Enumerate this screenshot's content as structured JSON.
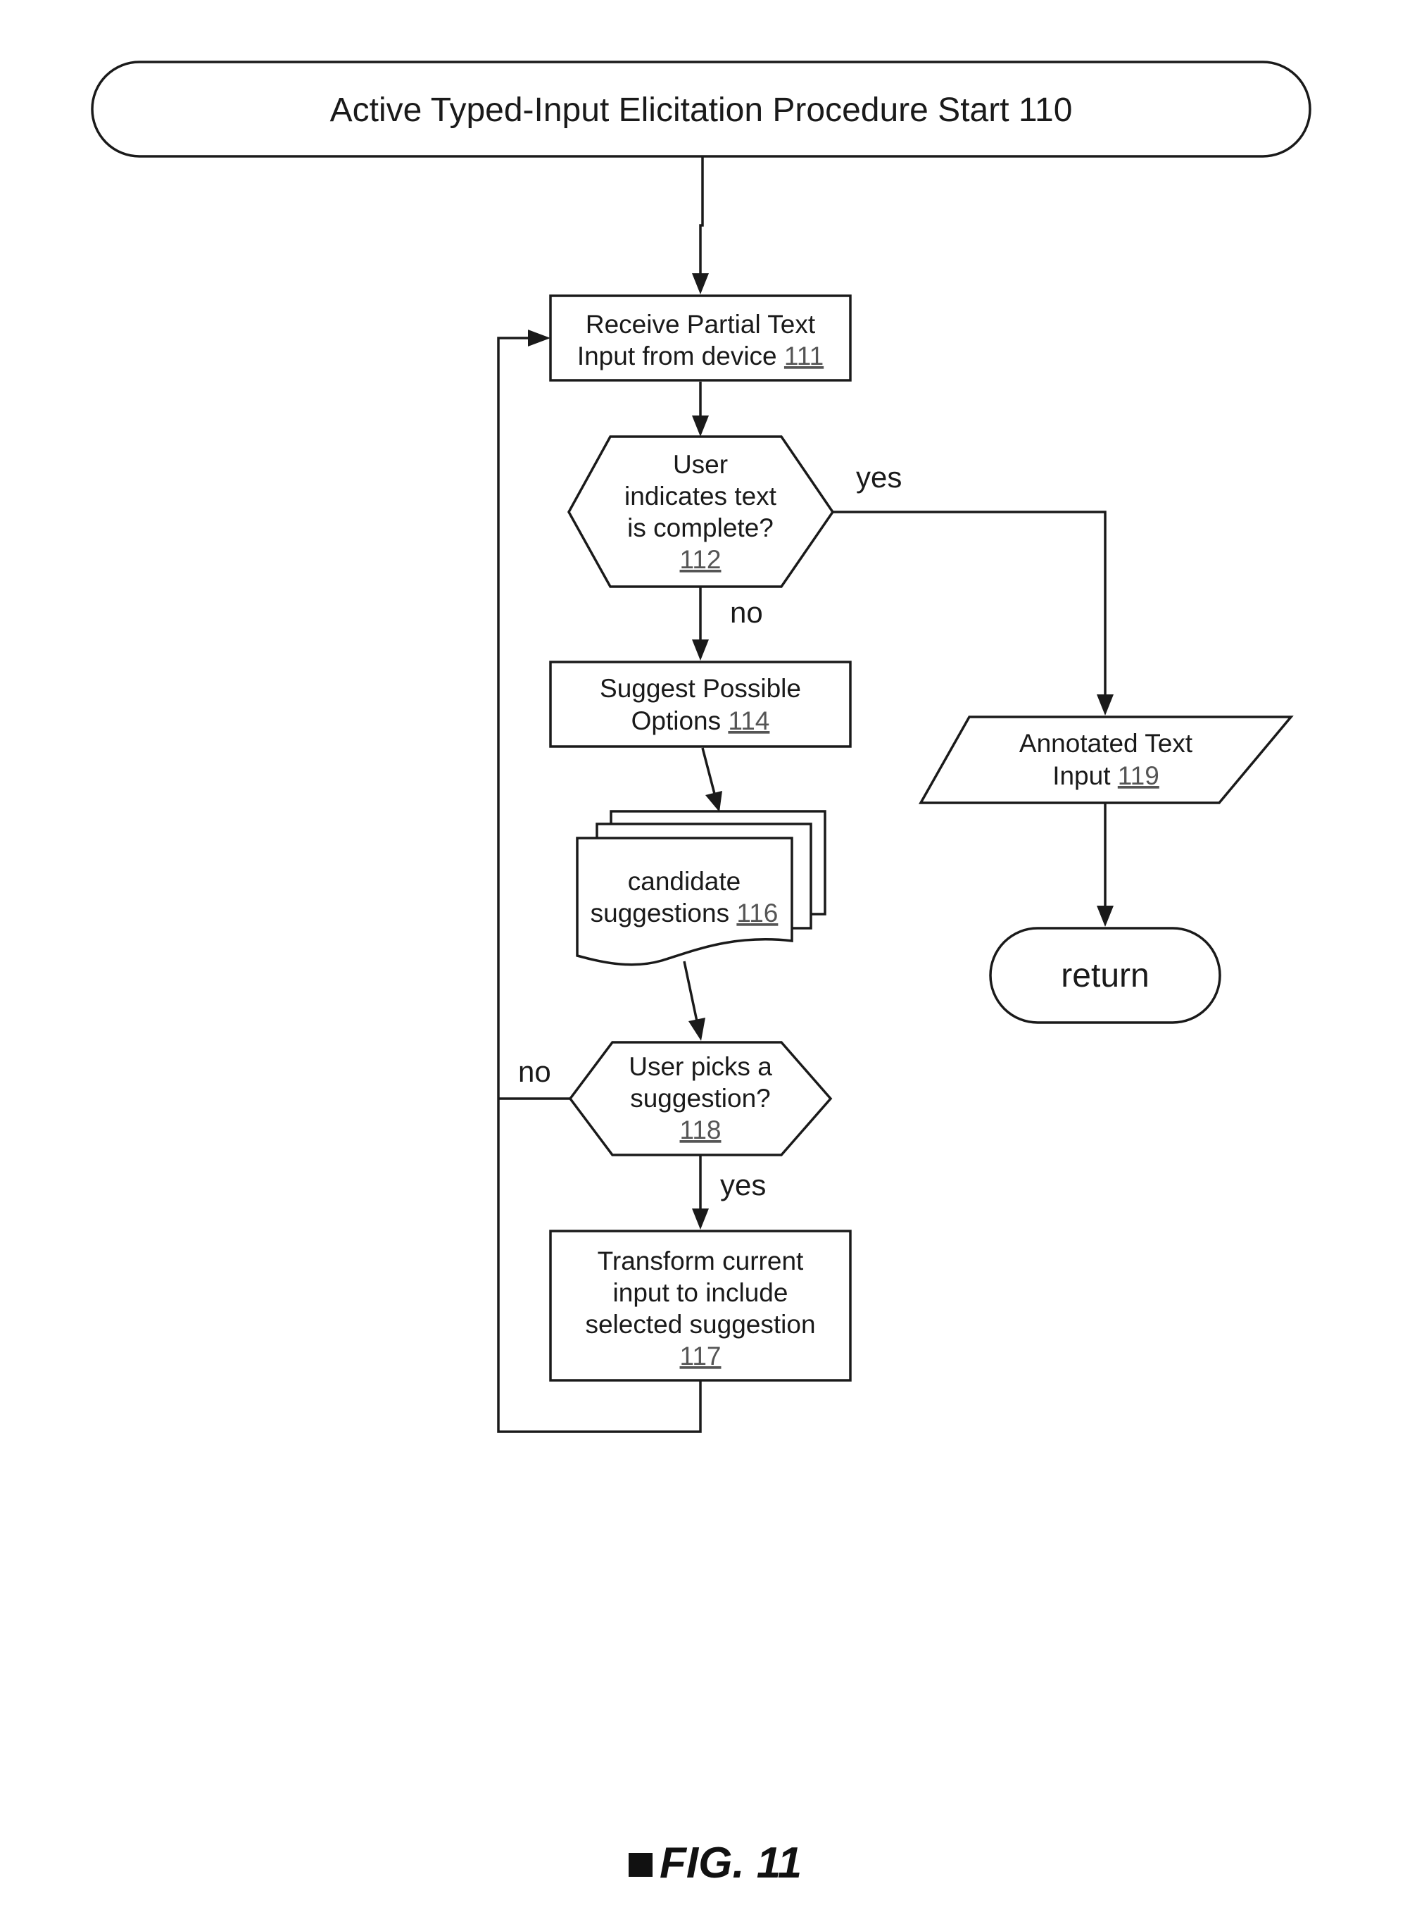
{
  "start": {
    "label": "Active Typed-Input Elicitation Procedure Start 110"
  },
  "n111": {
    "lines": [
      "Receive Partial Text",
      "Input from device"
    ],
    "ref": "111"
  },
  "n112": {
    "lines": [
      "User",
      "indicates text",
      "is complete?"
    ],
    "ref": "112"
  },
  "n114": {
    "lines": [
      "Suggest Possible",
      "Options"
    ],
    "ref": "114"
  },
  "n116": {
    "lines": [
      "candidate",
      "suggestions"
    ],
    "ref": "116"
  },
  "n118": {
    "lines": [
      "User picks a",
      "suggestion?"
    ],
    "ref": "118"
  },
  "n117": {
    "lines": [
      "Transform current",
      "input to include",
      "selected suggestion"
    ],
    "ref": "117"
  },
  "n119": {
    "lines": [
      "Annotated Text",
      "Input"
    ],
    "ref": "119"
  },
  "ret": {
    "label": "return"
  },
  "edges": {
    "yes_112": "yes",
    "no_112": "no",
    "no_118": "no",
    "yes_118": "yes"
  },
  "figure": {
    "label": "FIG. 11"
  },
  "colors": {
    "stroke": "#1a1a1a",
    "background": "#ffffff"
  }
}
